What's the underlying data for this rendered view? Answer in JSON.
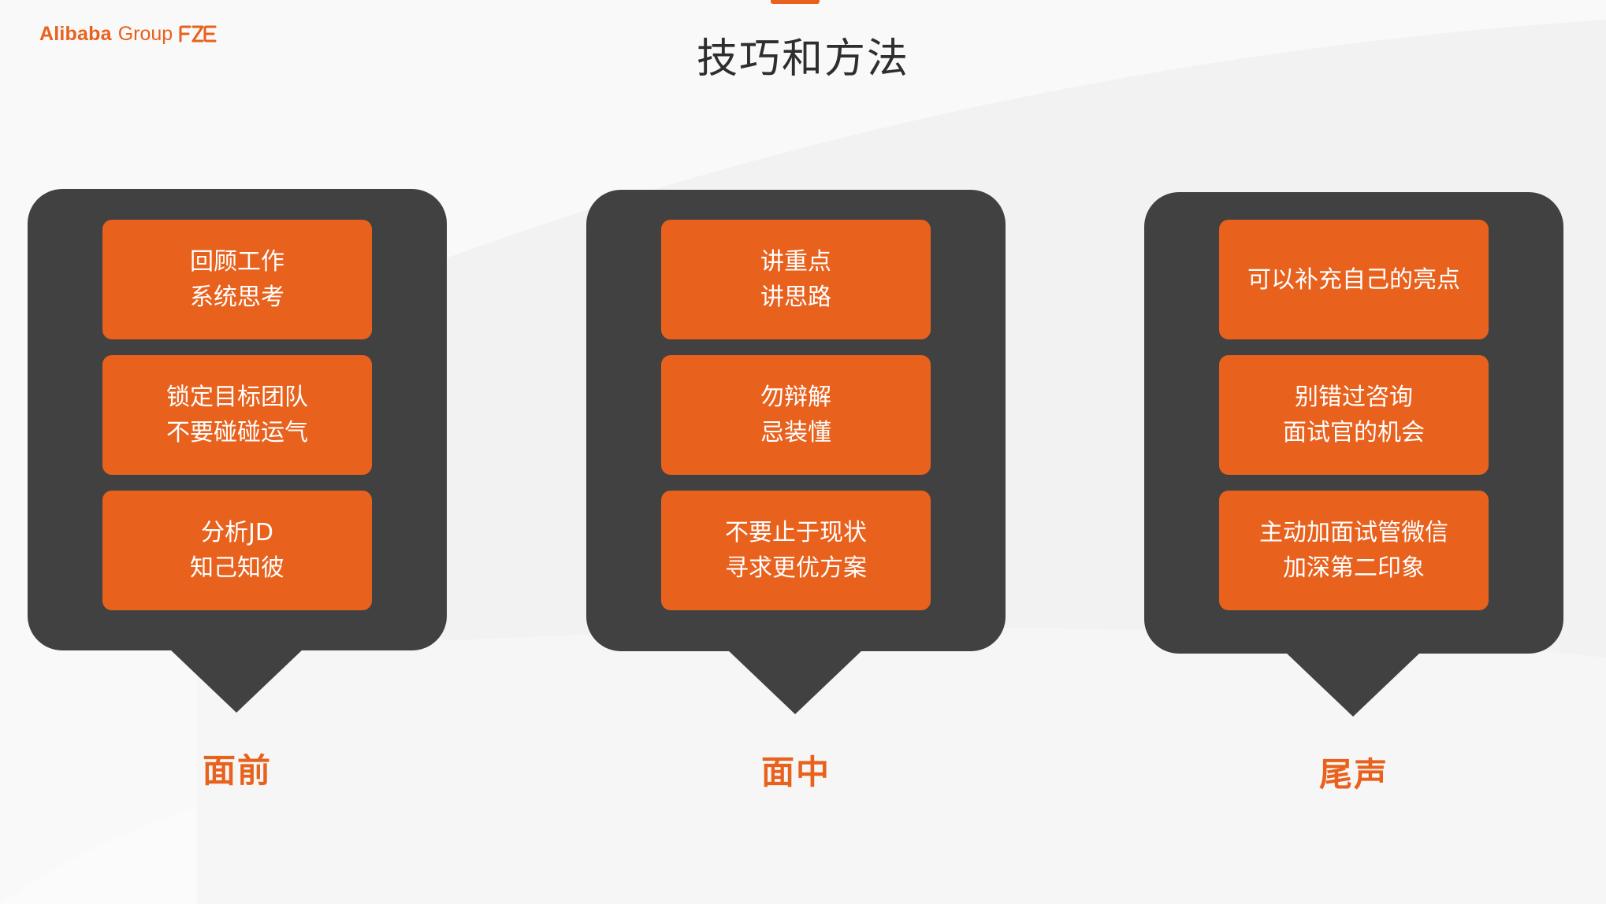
{
  "header": {
    "logo_brand": "Alibaba",
    "logo_group": "Group",
    "logo_mark_icon": "alibaba-fe-mark-icon",
    "title": "技巧和方法"
  },
  "colors": {
    "accent": "#e8611d",
    "panel": "#414141",
    "background": "#f9f9f9",
    "title_text": "#2e2e2e",
    "card_text": "#ffffff"
  },
  "columns": [
    {
      "label": "面前",
      "cards": [
        {
          "line1": "回顾工作",
          "line2": "系统思考"
        },
        {
          "line1": "锁定目标团队",
          "line2": "不要碰碰运气"
        },
        {
          "line1": "分析JD",
          "line2": "知己知彼"
        }
      ]
    },
    {
      "label": "面中",
      "cards": [
        {
          "line1": "讲重点",
          "line2": "讲思路"
        },
        {
          "line1": "勿辩解",
          "line2": "忌装懂"
        },
        {
          "line1": "不要止于现状",
          "line2": "寻求更优方案"
        }
      ]
    },
    {
      "label": "尾声",
      "cards": [
        {
          "line1": "可以补充自己的亮点",
          "line2": ""
        },
        {
          "line1": "别错过咨询",
          "line2": "面试官的机会"
        },
        {
          "line1": "主动加面试管微信",
          "line2": "加深第二印象"
        }
      ]
    }
  ]
}
